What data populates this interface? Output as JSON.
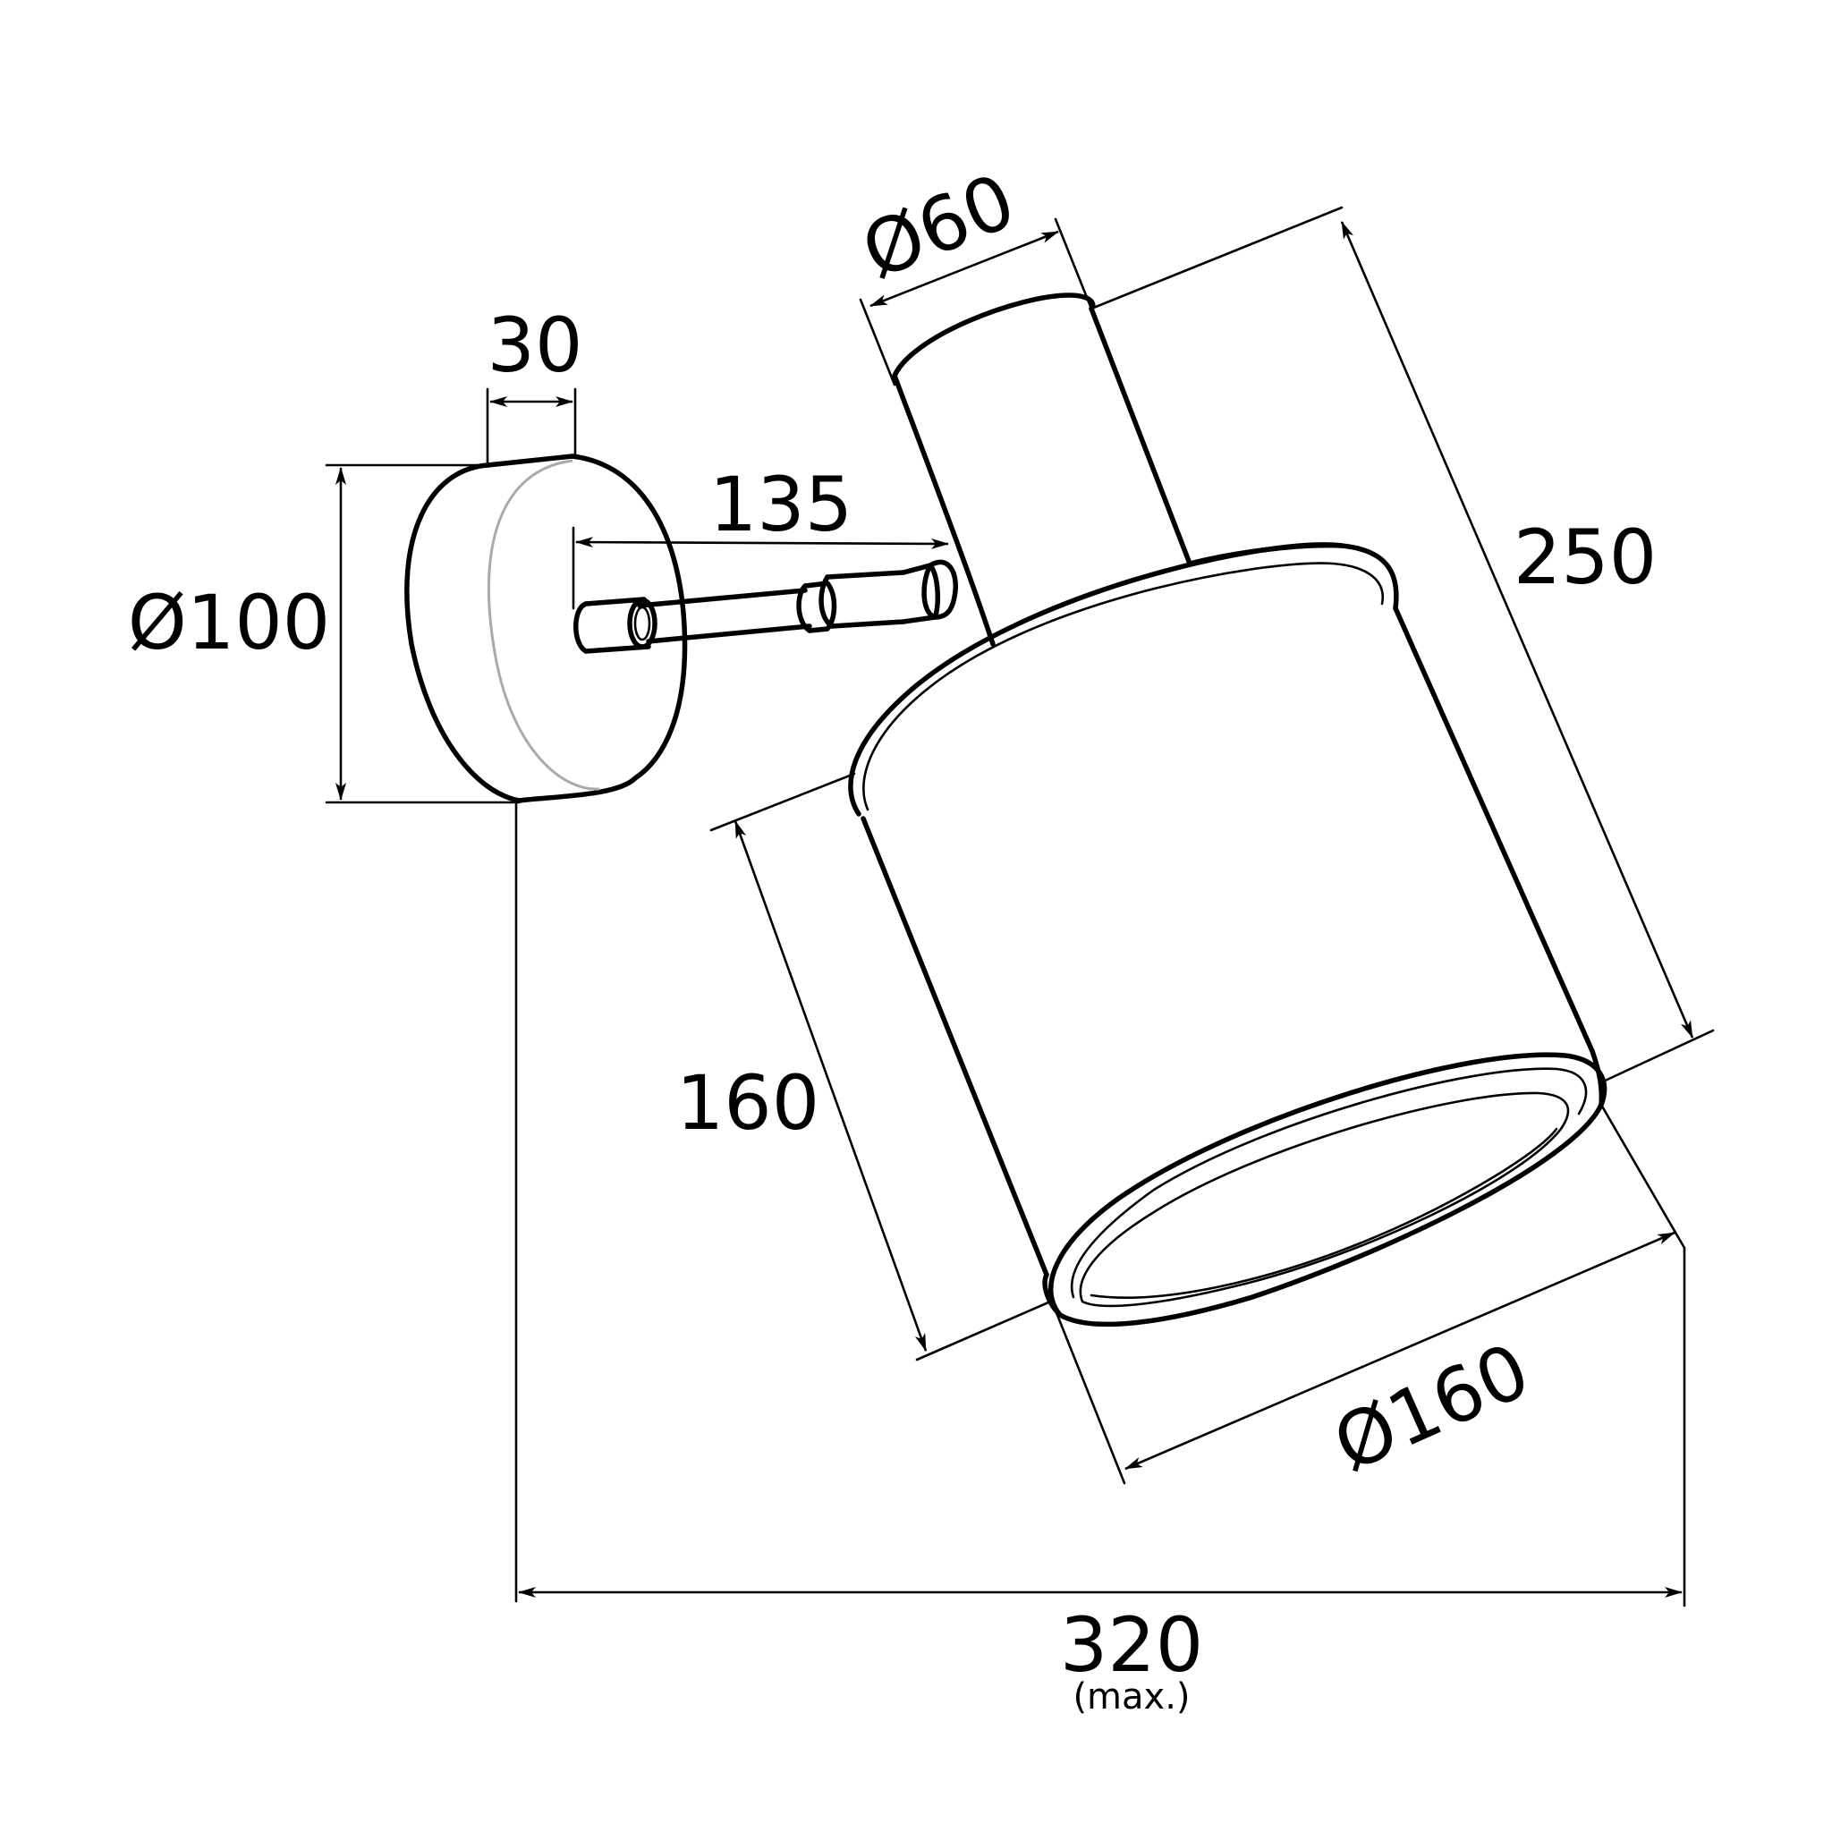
{
  "colors": {
    "line": "#000000",
    "background": "#ffffff",
    "hidden_edge": "#aaaaaa"
  },
  "dimensions": {
    "backplate_depth": "30",
    "backplate_diameter": "Ø100",
    "arm_length": "135",
    "neck_diameter": "Ø60",
    "total_height": "250",
    "shade_height": "160",
    "shade_diameter": "Ø160",
    "total_projection": "320",
    "total_projection_note": "(max.)"
  }
}
